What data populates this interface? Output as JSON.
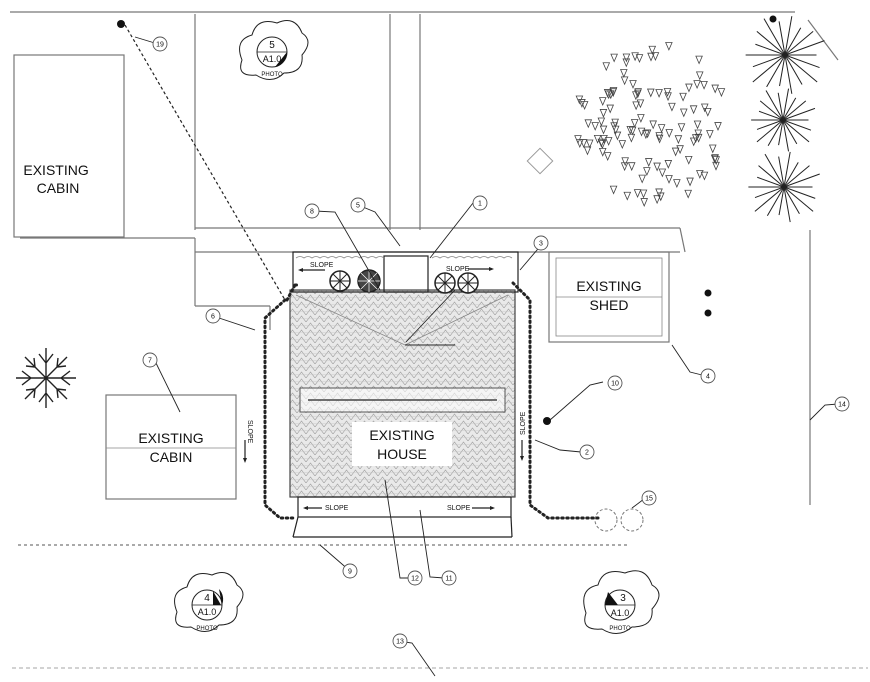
{
  "buildings": {
    "cabin_top": "EXISTING\nCABIN",
    "cabin_left": "EXISTING\nCABIN",
    "shed": "EXISTING\nSHED",
    "house": "EXISTING\nHOUSE"
  },
  "slope_labels": {
    "front_left": "SLOPE",
    "front_right": "SLOPE",
    "bottom_left": "SLOPE",
    "bottom_right": "SLOPE",
    "side_left": "SLOPE",
    "side_right": "SLOPE"
  },
  "photo_markers": [
    {
      "number": "5",
      "sheet": "A1.0",
      "caption": "PHOTO"
    },
    {
      "number": "4",
      "sheet": "A1.0",
      "caption": "PHOTO"
    },
    {
      "number": "3",
      "sheet": "A1.0",
      "caption": "PHOTO"
    }
  ],
  "callouts": [
    "1",
    "2",
    "3",
    "4",
    "5",
    "6",
    "7",
    "8",
    "9",
    "10",
    "11",
    "12",
    "13",
    "14",
    "15",
    "19"
  ]
}
